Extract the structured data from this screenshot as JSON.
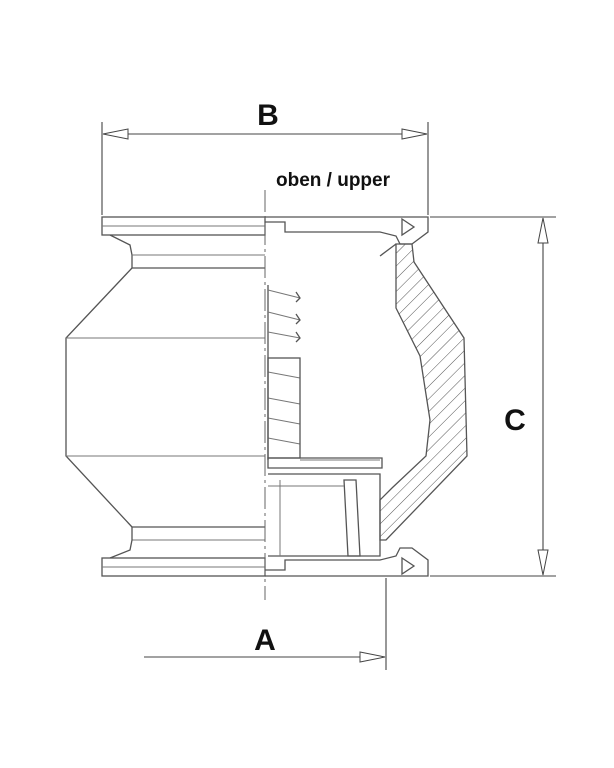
{
  "labels": {
    "dim_a": "A",
    "dim_b": "B",
    "dim_c": "C",
    "orientation_note": "oben / upper"
  }
}
